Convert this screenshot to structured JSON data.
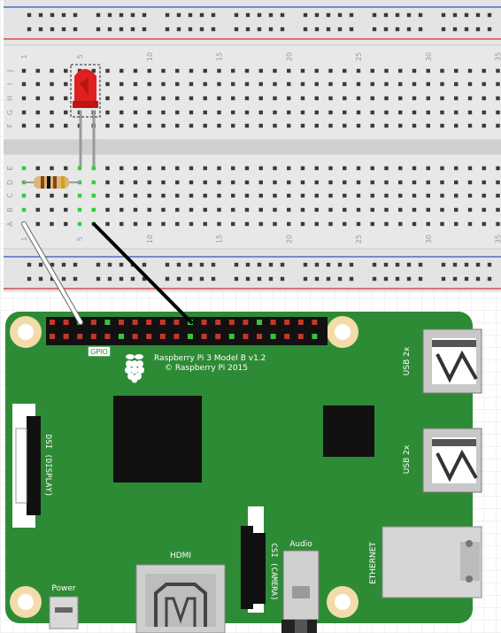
{
  "breadboard": {
    "column_numbers": [
      "1",
      "5",
      "10",
      "15",
      "20",
      "25",
      "30",
      "35"
    ],
    "row_letters_top": [
      "J",
      "I",
      "H",
      "G",
      "F"
    ],
    "row_letters_bottom": [
      "E",
      "D",
      "C",
      "B",
      "A"
    ]
  },
  "components": {
    "led": {
      "color": "red"
    },
    "resistor": {
      "bands": [
        "#8b4513",
        "#111111",
        "#8b4513",
        "#d4a017"
      ]
    },
    "wire_white": {
      "color": "#ffffff"
    },
    "wire_black": {
      "color": "#000000"
    }
  },
  "pi": {
    "board_color": "#2e8b35",
    "model_line1": "Raspberry Pi 3 Model B v1.2",
    "model_line2": "© Raspberry Pi 2015",
    "gpio_label": "GPIO",
    "dsi_label": "DSI (DISPLAY)",
    "csi_label": "CSI (CAMERA)",
    "audio_label": "Audio",
    "hdmi_label": "HDMI",
    "power_label": "Power",
    "usb1_label": "USB 2x",
    "usb2_label": "USB 2x",
    "ethernet_label": "ETHERNET"
  }
}
